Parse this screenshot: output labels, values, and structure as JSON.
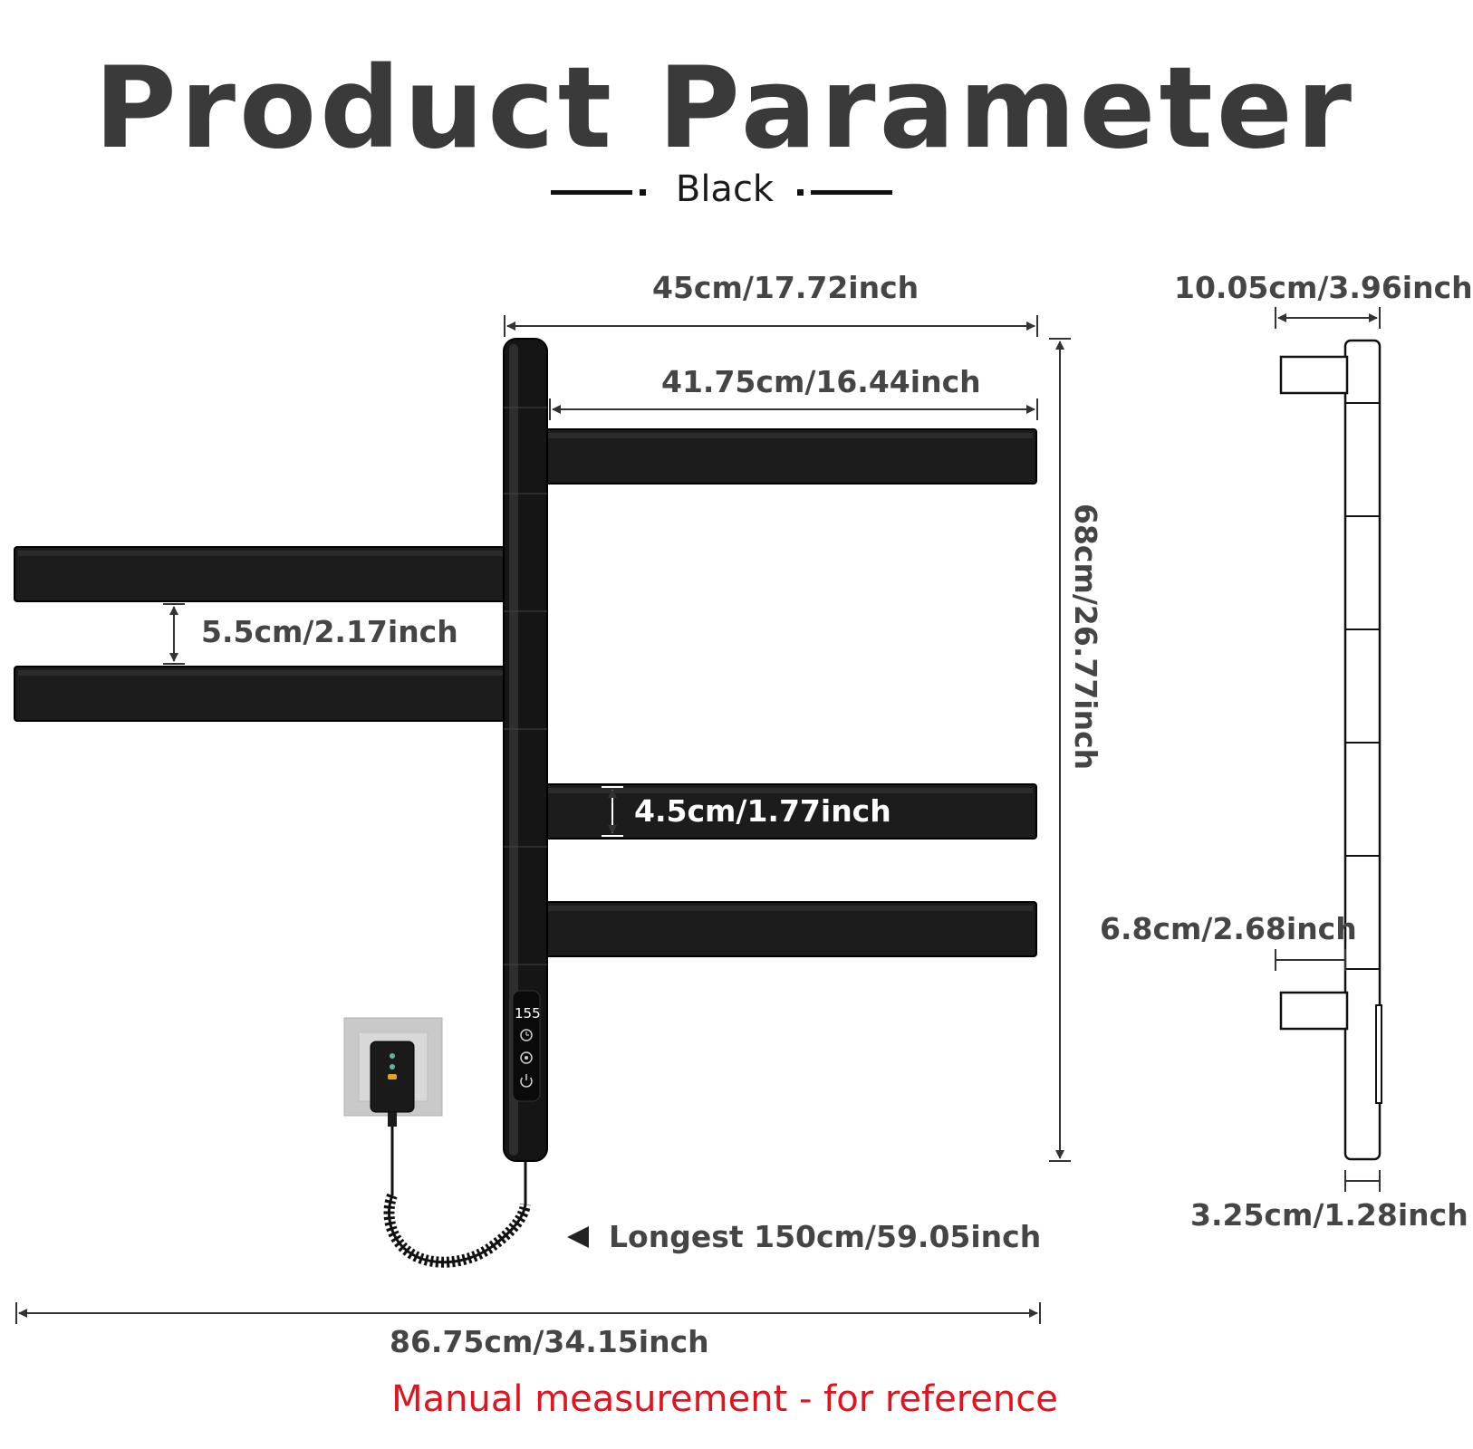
{
  "title": "Product Parameter",
  "color_label": "Black",
  "dimensions": {
    "overall_width": "45cm/17.72inch",
    "bar_length": "41.75cm/16.44inch",
    "height": "68cm/26.77inch",
    "bar_gap": "5.5cm/2.17inch",
    "bar_height": "4.5cm/1.77inch",
    "cable_length": "Longest 150cm/59.05inch",
    "total_span": "86.75cm/34.15inch",
    "side_depth": "10.05cm/3.96inch",
    "mount_depth": "6.8cm/2.68inch",
    "pole_width": "3.25cm/1.28inch"
  },
  "display_reading": "155",
  "note": "Manual measurement - for reference",
  "colors": {
    "title": "#3a3a3a",
    "note": "#e0141e",
    "product": "#1c1c1c"
  }
}
